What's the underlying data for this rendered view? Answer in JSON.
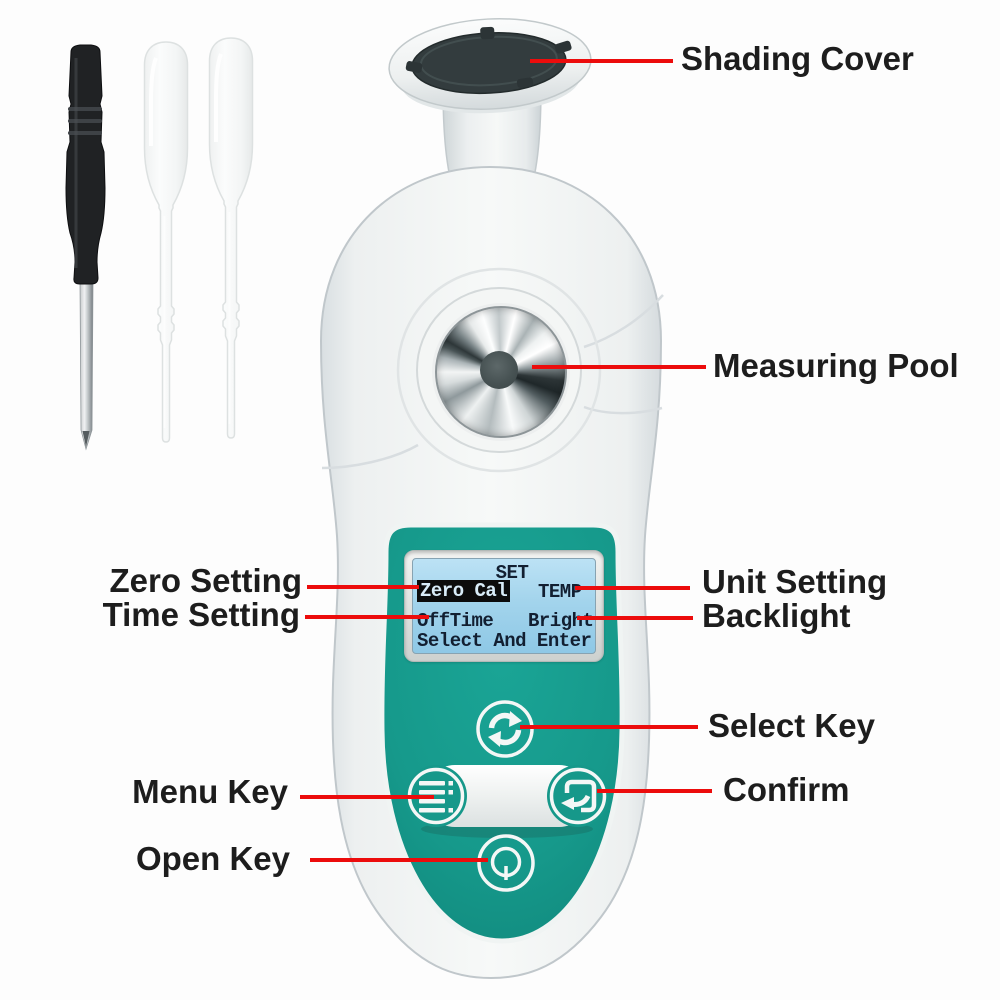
{
  "labels": {
    "shading_cover": "Shading Cover",
    "measuring_pool": "Measuring Pool",
    "zero_setting": "Zero Setting",
    "time_setting": "Time Setting",
    "unit_setting": "Unit Setting",
    "backlight": "Backlight",
    "select_key": "Select Key",
    "confirm": "Confirm",
    "menu_key": "Menu Key",
    "open_key": "Open Key"
  },
  "lcd": {
    "title": "SET",
    "rows": [
      {
        "left": "Zero Cal",
        "left_highlighted": true,
        "right": "TEMP"
      },
      {
        "left": "OffTime",
        "left_highlighted": false,
        "right": "Bright"
      }
    ],
    "footer": "Select And Enter"
  },
  "device": {
    "keys": [
      {
        "name": "select-key",
        "icon": "sync-arrows-icon"
      },
      {
        "name": "menu-key",
        "icon": "menu-list-icon"
      },
      {
        "name": "confirm-key",
        "icon": "enter-return-icon"
      },
      {
        "name": "open-key",
        "icon": "power-icon"
      }
    ],
    "accessories": [
      "screwdriver",
      "pipette",
      "pipette"
    ]
  },
  "colors": {
    "annotation_red": "#ec0c0c",
    "panel_teal": "#16998b",
    "lcd_blue": "#a3d4ec",
    "lcd_text": "#121f31",
    "label_text": "#1d1d1d",
    "body_white": "#f1f3f2"
  }
}
